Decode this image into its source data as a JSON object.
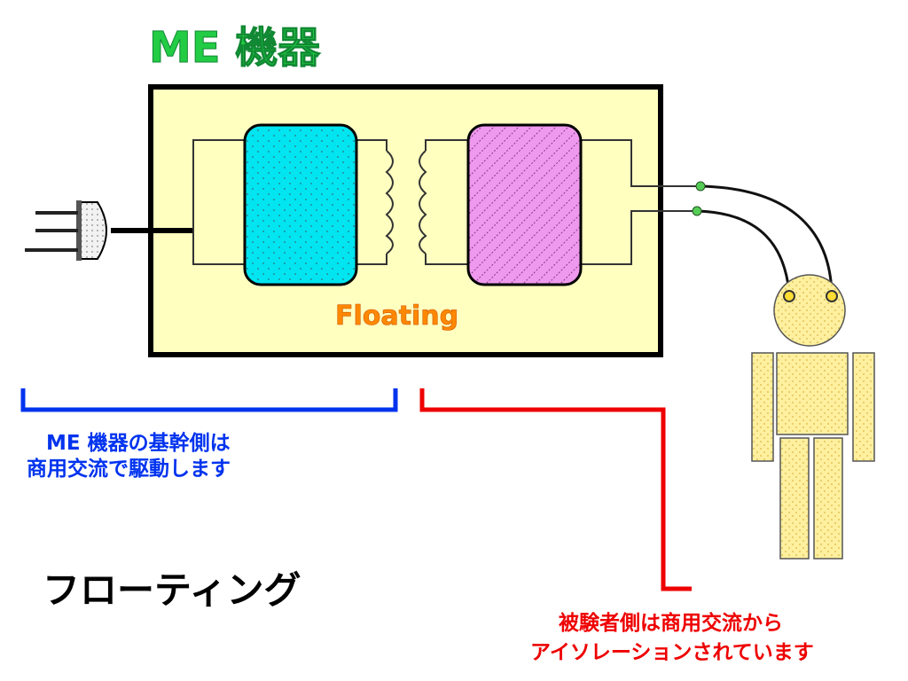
{
  "diagram": {
    "title": "ME 機器",
    "floating_label": "Floating",
    "left_note_line1": "ME 機器の基幹側は",
    "left_note_line2": "商用交流で駆動します",
    "right_note_line1": "被験者側は商用交流から",
    "right_note_line2": "アイソレーションされています",
    "caption": "フローティング"
  },
  "colors": {
    "title_green": "#22cc44",
    "device_fill": "#ffffc0",
    "primary_block": "#00e5f0",
    "secondary_block": "#ee99ee",
    "floating_orange": "#ff8800",
    "left_bracket_blue": "#0033ee",
    "right_bracket_red": "#ee0000",
    "patient_fill": "#fff0a0"
  },
  "icons": [
    "power-plug-icon",
    "transformer-coil-icon",
    "patient-figure-icon",
    "electrode-icon"
  ]
}
